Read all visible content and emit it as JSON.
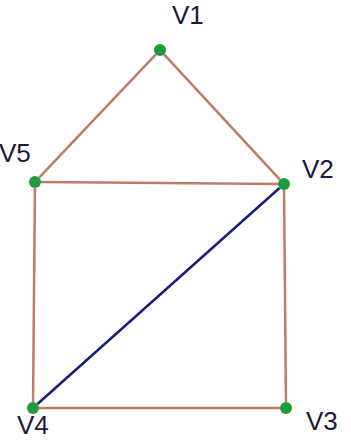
{
  "diagram": {
    "nodes": [
      {
        "text": [
          "V1"
        ]
      },
      {
        "text": [
          "V2"
        ]
      },
      {
        "text": [
          "V3"
        ]
      },
      {
        "text": [
          "V4"
        ]
      },
      {
        "text": [
          "V5"
        ]
      }
    ],
    "edges": [
      {
        "from": 0,
        "to": 1,
        "arrow": "none"
      },
      {
        "from": 0,
        "to": 4,
        "arrow": "none"
      },
      {
        "from": 4,
        "to": 1,
        "arrow": "none"
      },
      {
        "from": 1,
        "to": 2,
        "arrow": "none"
      },
      {
        "from": 3,
        "to": 2,
        "arrow": "none"
      },
      {
        "from": 4,
        "to": 3,
        "arrow": "none"
      },
      {
        "from": 3,
        "to": 1,
        "arrow": "none"
      }
    ]
  }
}
